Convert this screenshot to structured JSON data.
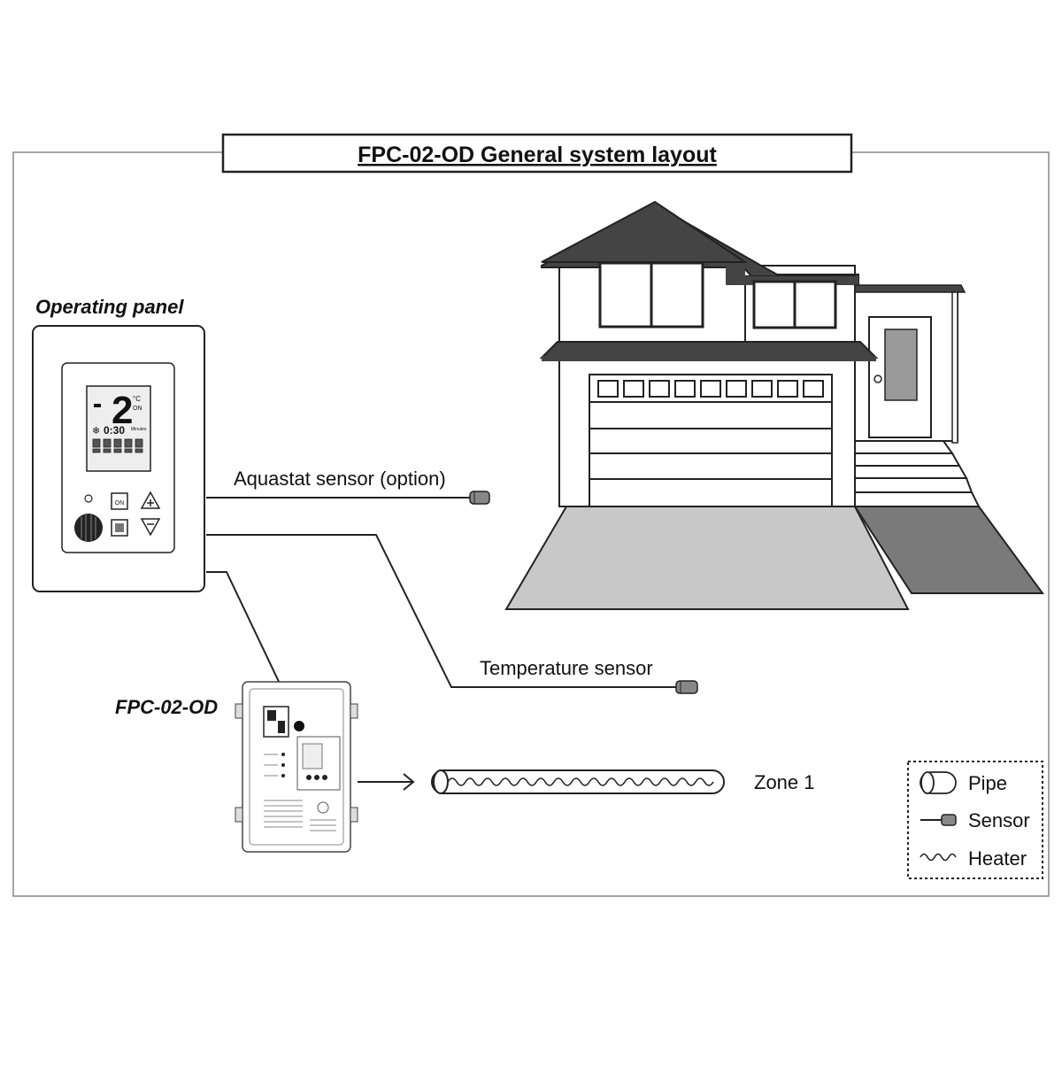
{
  "title": "FPC-02-OD General system layout",
  "labels": {
    "operating_panel": "Operating panel",
    "controller": "FPC-02-OD",
    "aquastat": "Aquastat sensor (option)",
    "temperature": "Temperature sensor",
    "zone": "Zone 1"
  },
  "display": {
    "digit": "2",
    "unit_c": "°C",
    "unit_on": "ON",
    "time": "0:30",
    "minutes": "Minutes",
    "on_button": "ON"
  },
  "legend": {
    "pipe": "Pipe",
    "sensor": "Sensor",
    "heater": "Heater"
  },
  "colors": {
    "line": "#222222",
    "roof": "#444444",
    "driveway": "#c8c8c8",
    "walkway": "#7a7a7a",
    "door_window": "#9a9a9a"
  }
}
